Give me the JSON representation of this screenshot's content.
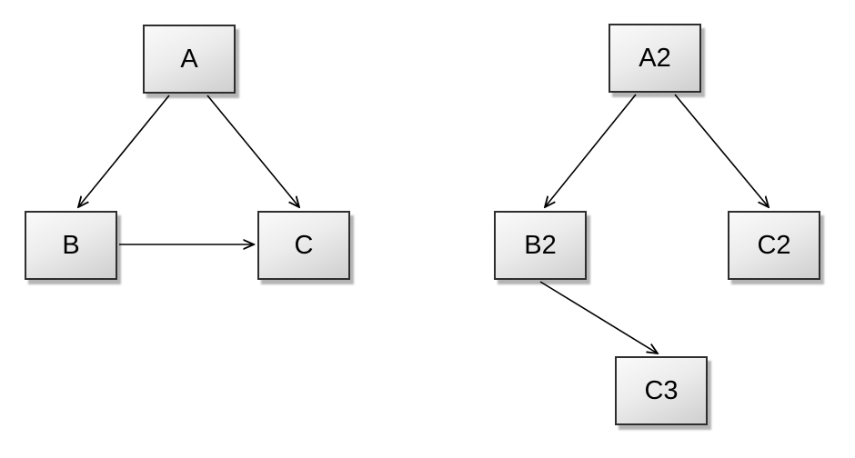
{
  "canvas": {
    "background": "#ffffff"
  },
  "style": {
    "node_fill_top": "#fafafa",
    "node_fill_bottom": "#cfcfcf",
    "node_border": "#2e2e2e",
    "node_shadow": "#b5b5b5",
    "edge_color": "#000000",
    "label_color": "#000000"
  },
  "nodes": {
    "A": {
      "label": "A"
    },
    "B": {
      "label": "B"
    },
    "C": {
      "label": "C"
    },
    "A2": {
      "label": "A2"
    },
    "B2": {
      "label": "B2"
    },
    "C2": {
      "label": "C2"
    },
    "C3": {
      "label": "C3"
    }
  },
  "diagram_data": {
    "type": "directed-graph",
    "graphs": [
      {
        "name": "left-graph",
        "nodes": [
          "A",
          "B",
          "C"
        ],
        "edges": [
          {
            "from": "A",
            "to": "B"
          },
          {
            "from": "A",
            "to": "C"
          },
          {
            "from": "B",
            "to": "C"
          }
        ]
      },
      {
        "name": "right-graph",
        "nodes": [
          "A2",
          "B2",
          "C2",
          "C3"
        ],
        "edges": [
          {
            "from": "A2",
            "to": "B2"
          },
          {
            "from": "A2",
            "to": "C2"
          },
          {
            "from": "B2",
            "to": "C3"
          }
        ]
      }
    ],
    "arrow_style": "open-stick-arrowhead",
    "node_shape": "rectangle-with-drop-shadow"
  }
}
